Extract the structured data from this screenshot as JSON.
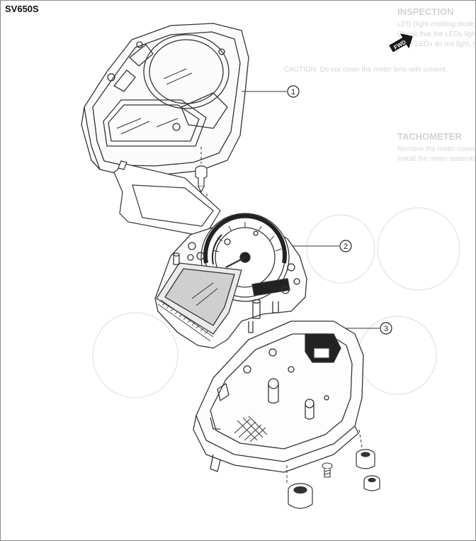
{
  "page_header": {
    "model": "SV650S"
  },
  "fwd_mark": {
    "text": "FWD"
  },
  "callouts": [
    {
      "number": "1"
    },
    {
      "number": "2"
    },
    {
      "number": "3"
    }
  ],
  "bleed_through": {
    "heading": "INSPECTION",
    "lines": [
      "LED (light emitting diode)",
      "Check that the LEDs light immediately when the ignition switch is turned ON.",
      "If the LEDs do not light, replace the combination meter assembly.",
      "CAUTION: Do not clean the meter lens with solvent.",
      "TACHOMETER",
      "Remove the meter cover and disconnect the leads.",
      "Install the meter assembly, then check the operation."
    ]
  }
}
